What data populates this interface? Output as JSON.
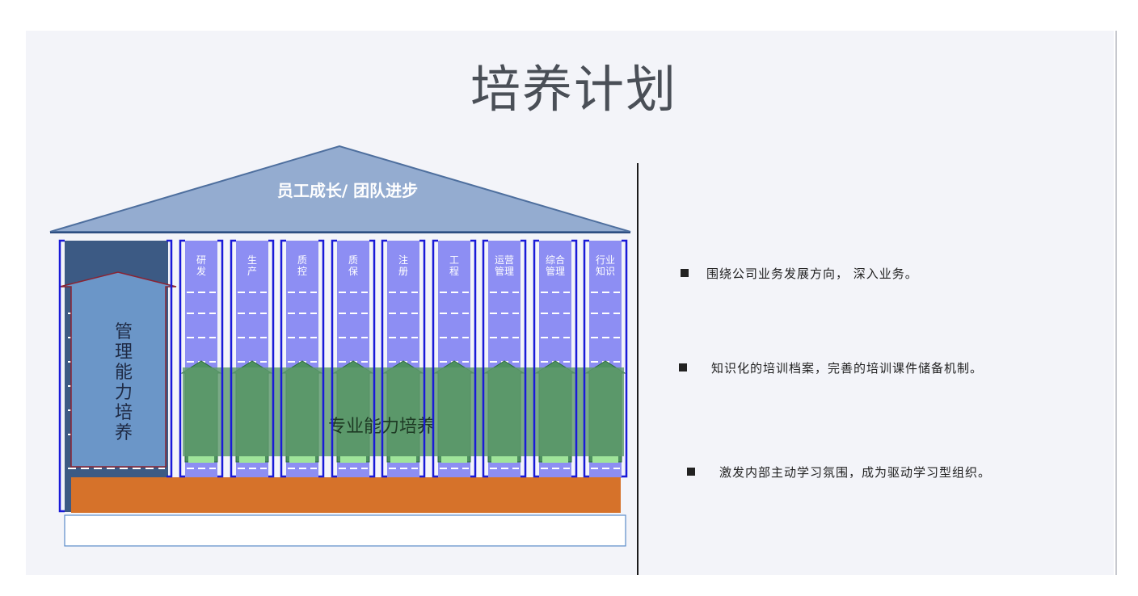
{
  "page": {
    "title": "培养计划"
  },
  "roof": {
    "label": "员工成长/ 团队进步"
  },
  "pillars": [
    "研发",
    "生产",
    "质控",
    "质保",
    "注册",
    "工程",
    "运营管理",
    "综合管理",
    "行业知识"
  ],
  "management": {
    "label": "管理能力培养"
  },
  "professional": {
    "label": "专业能力培养"
  },
  "bullets": [
    "围绕公司业务发展方向， 深入业务。",
    "知识化的培训档案，完善的培训课件储备机制。",
    "激发内部主动学习氛围，成为驱动学习型组织。"
  ],
  "colors": {
    "roof": "#94acd0",
    "pillar": "#8d8ef3",
    "management_dark": "#3c5a84",
    "management_arrow": "#6b96c8",
    "professional_band": "#5e9a6c",
    "foundation": "#d6722a",
    "bracket": "#1a1ad8"
  }
}
